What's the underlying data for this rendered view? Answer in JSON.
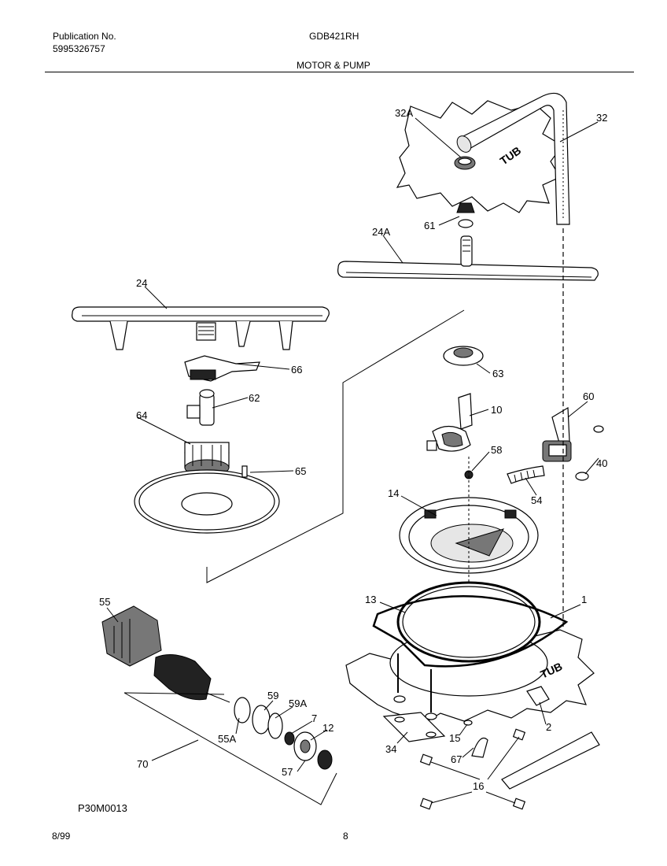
{
  "header": {
    "publication_label": "Publication No.",
    "publication_number": "5995326757",
    "model": "GDB421RH",
    "section_title": "MOTOR & PUMP"
  },
  "footer": {
    "diagram_code": "P30M0013",
    "date": "8/99",
    "page_number": "8"
  },
  "tub_labels": [
    "TUB",
    "TUB"
  ],
  "callouts": [
    "32A",
    "32",
    "61",
    "24A",
    "24",
    "66",
    "63",
    "62",
    "10",
    "64",
    "65",
    "58",
    "60",
    "40",
    "54",
    "14",
    "55",
    "13",
    "1",
    "59",
    "59A",
    "7",
    "12",
    "55A",
    "2",
    "15",
    "34",
    "67",
    "70",
    "57",
    "16"
  ]
}
